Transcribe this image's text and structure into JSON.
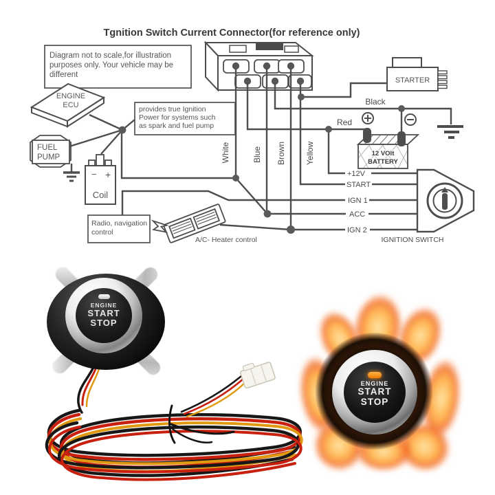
{
  "title": "Tgnition Switch Current Connector(for reference only)",
  "note": {
    "l1": "Diagram not to scale,for illustration",
    "l2": "purposes only. Your vehicle may be",
    "l3": "different"
  },
  "ecu": {
    "l1": "ENGINE",
    "l2": "ECU"
  },
  "provides": {
    "l1": "provides true Ignition",
    "l2": "Power for systems such",
    "l3": "as spark and fuel pump"
  },
  "fuel_pump": {
    "l1": "FUEL",
    "l2": "PUMP"
  },
  "coil": {
    "label": "Coil",
    "minus": "−",
    "plus": "+"
  },
  "radio": {
    "l1": "Radio, navigation",
    "l2": "control"
  },
  "ac": {
    "label": "A/C- Heater control"
  },
  "starter": {
    "label": "STARTER"
  },
  "battery": {
    "l1": "12 VOlt",
    "l2": "BATTERY"
  },
  "wires": {
    "white": "White",
    "blue": "Blue",
    "brown": "Brown",
    "yellow": "Yellow",
    "red": "Red",
    "black": "Black"
  },
  "terminals": {
    "v12": "+12V",
    "start": "START",
    "ign1": "IGN 1",
    "acc": "ACC",
    "ign2": "IGN 2"
  },
  "ignition_switch": {
    "label": "IGNITION SWITCH"
  },
  "buttons": {
    "left": {
      "l1": "ENGINE",
      "l2": "START",
      "l3": "STOP"
    },
    "right": {
      "l1": "ENGINE",
      "l2": "START",
      "l3": "STOP"
    }
  },
  "colors": {
    "diagram_line": "#4d4d4d",
    "diagram_text": "#4a4a4a",
    "wire_red": "#c8200e",
    "wire_yellow": "#e09a12",
    "wire_black": "#171717",
    "connector_white": "#f6f4ee",
    "flame_orange": "#ff8c28",
    "led_orange": "#ff8716",
    "chrome": "#c9c9c9"
  }
}
